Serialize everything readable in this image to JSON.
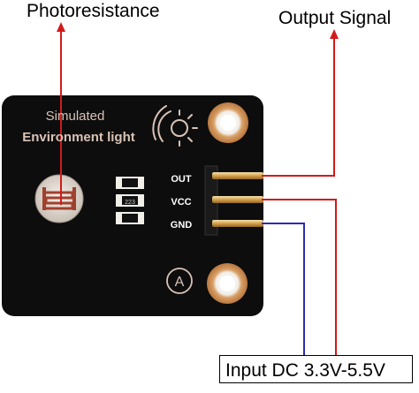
{
  "callouts": {
    "photoresistance": "Photoresistance",
    "output_signal": "Output Signal",
    "input_dc": "Input DC 3.3V-5.5V"
  },
  "board": {
    "title_line1": "Simulated",
    "title_line2": "Environment light",
    "pins": [
      "OUT",
      "VCC",
      "GND"
    ],
    "chip_code": "223",
    "module_letter": "A"
  },
  "colors": {
    "board": "#0d0d0d",
    "silk_text": "#d9c3b6",
    "copper": "#c9864c",
    "signal_wire": "#d21a1a",
    "ground_wire": "#2b2bb8"
  },
  "icons": [
    "sun-icon",
    "photoresistor-component",
    "analog-badge-icon"
  ]
}
